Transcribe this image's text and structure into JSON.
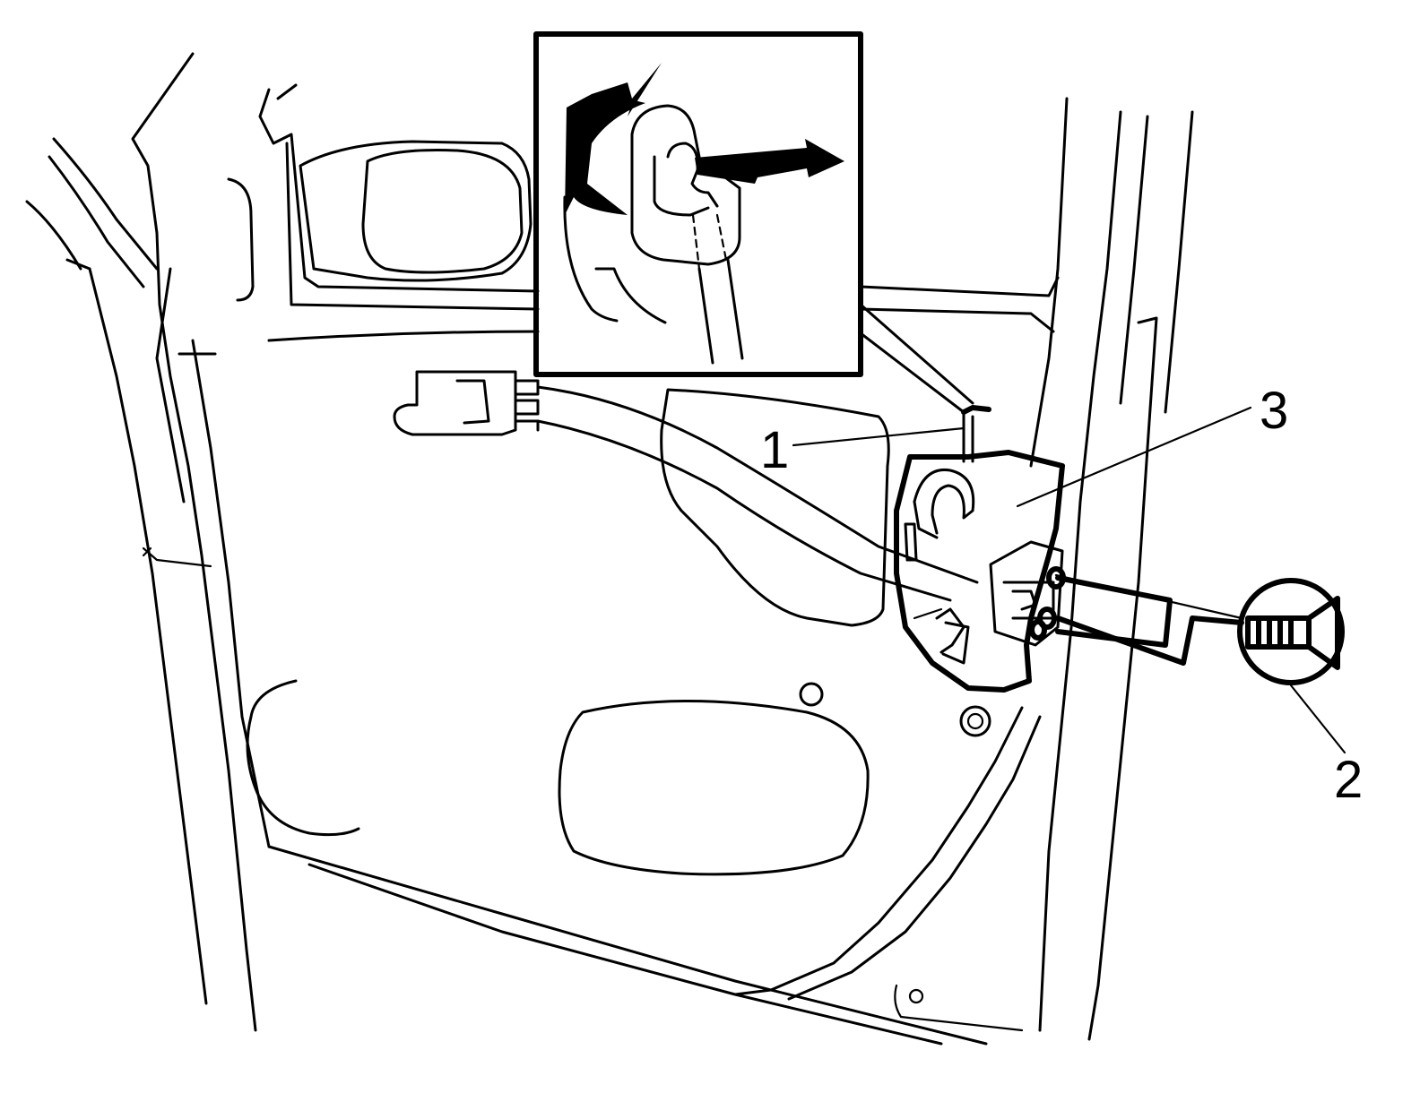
{
  "diagram": {
    "callouts": [
      {
        "id": "1",
        "label": "1"
      },
      {
        "id": "2",
        "label": "2"
      },
      {
        "id": "3",
        "label": "3"
      }
    ],
    "icons": {
      "screw_removal": "screw-icon",
      "direction_arrows": "rotate-and-pull-arrows"
    }
  }
}
